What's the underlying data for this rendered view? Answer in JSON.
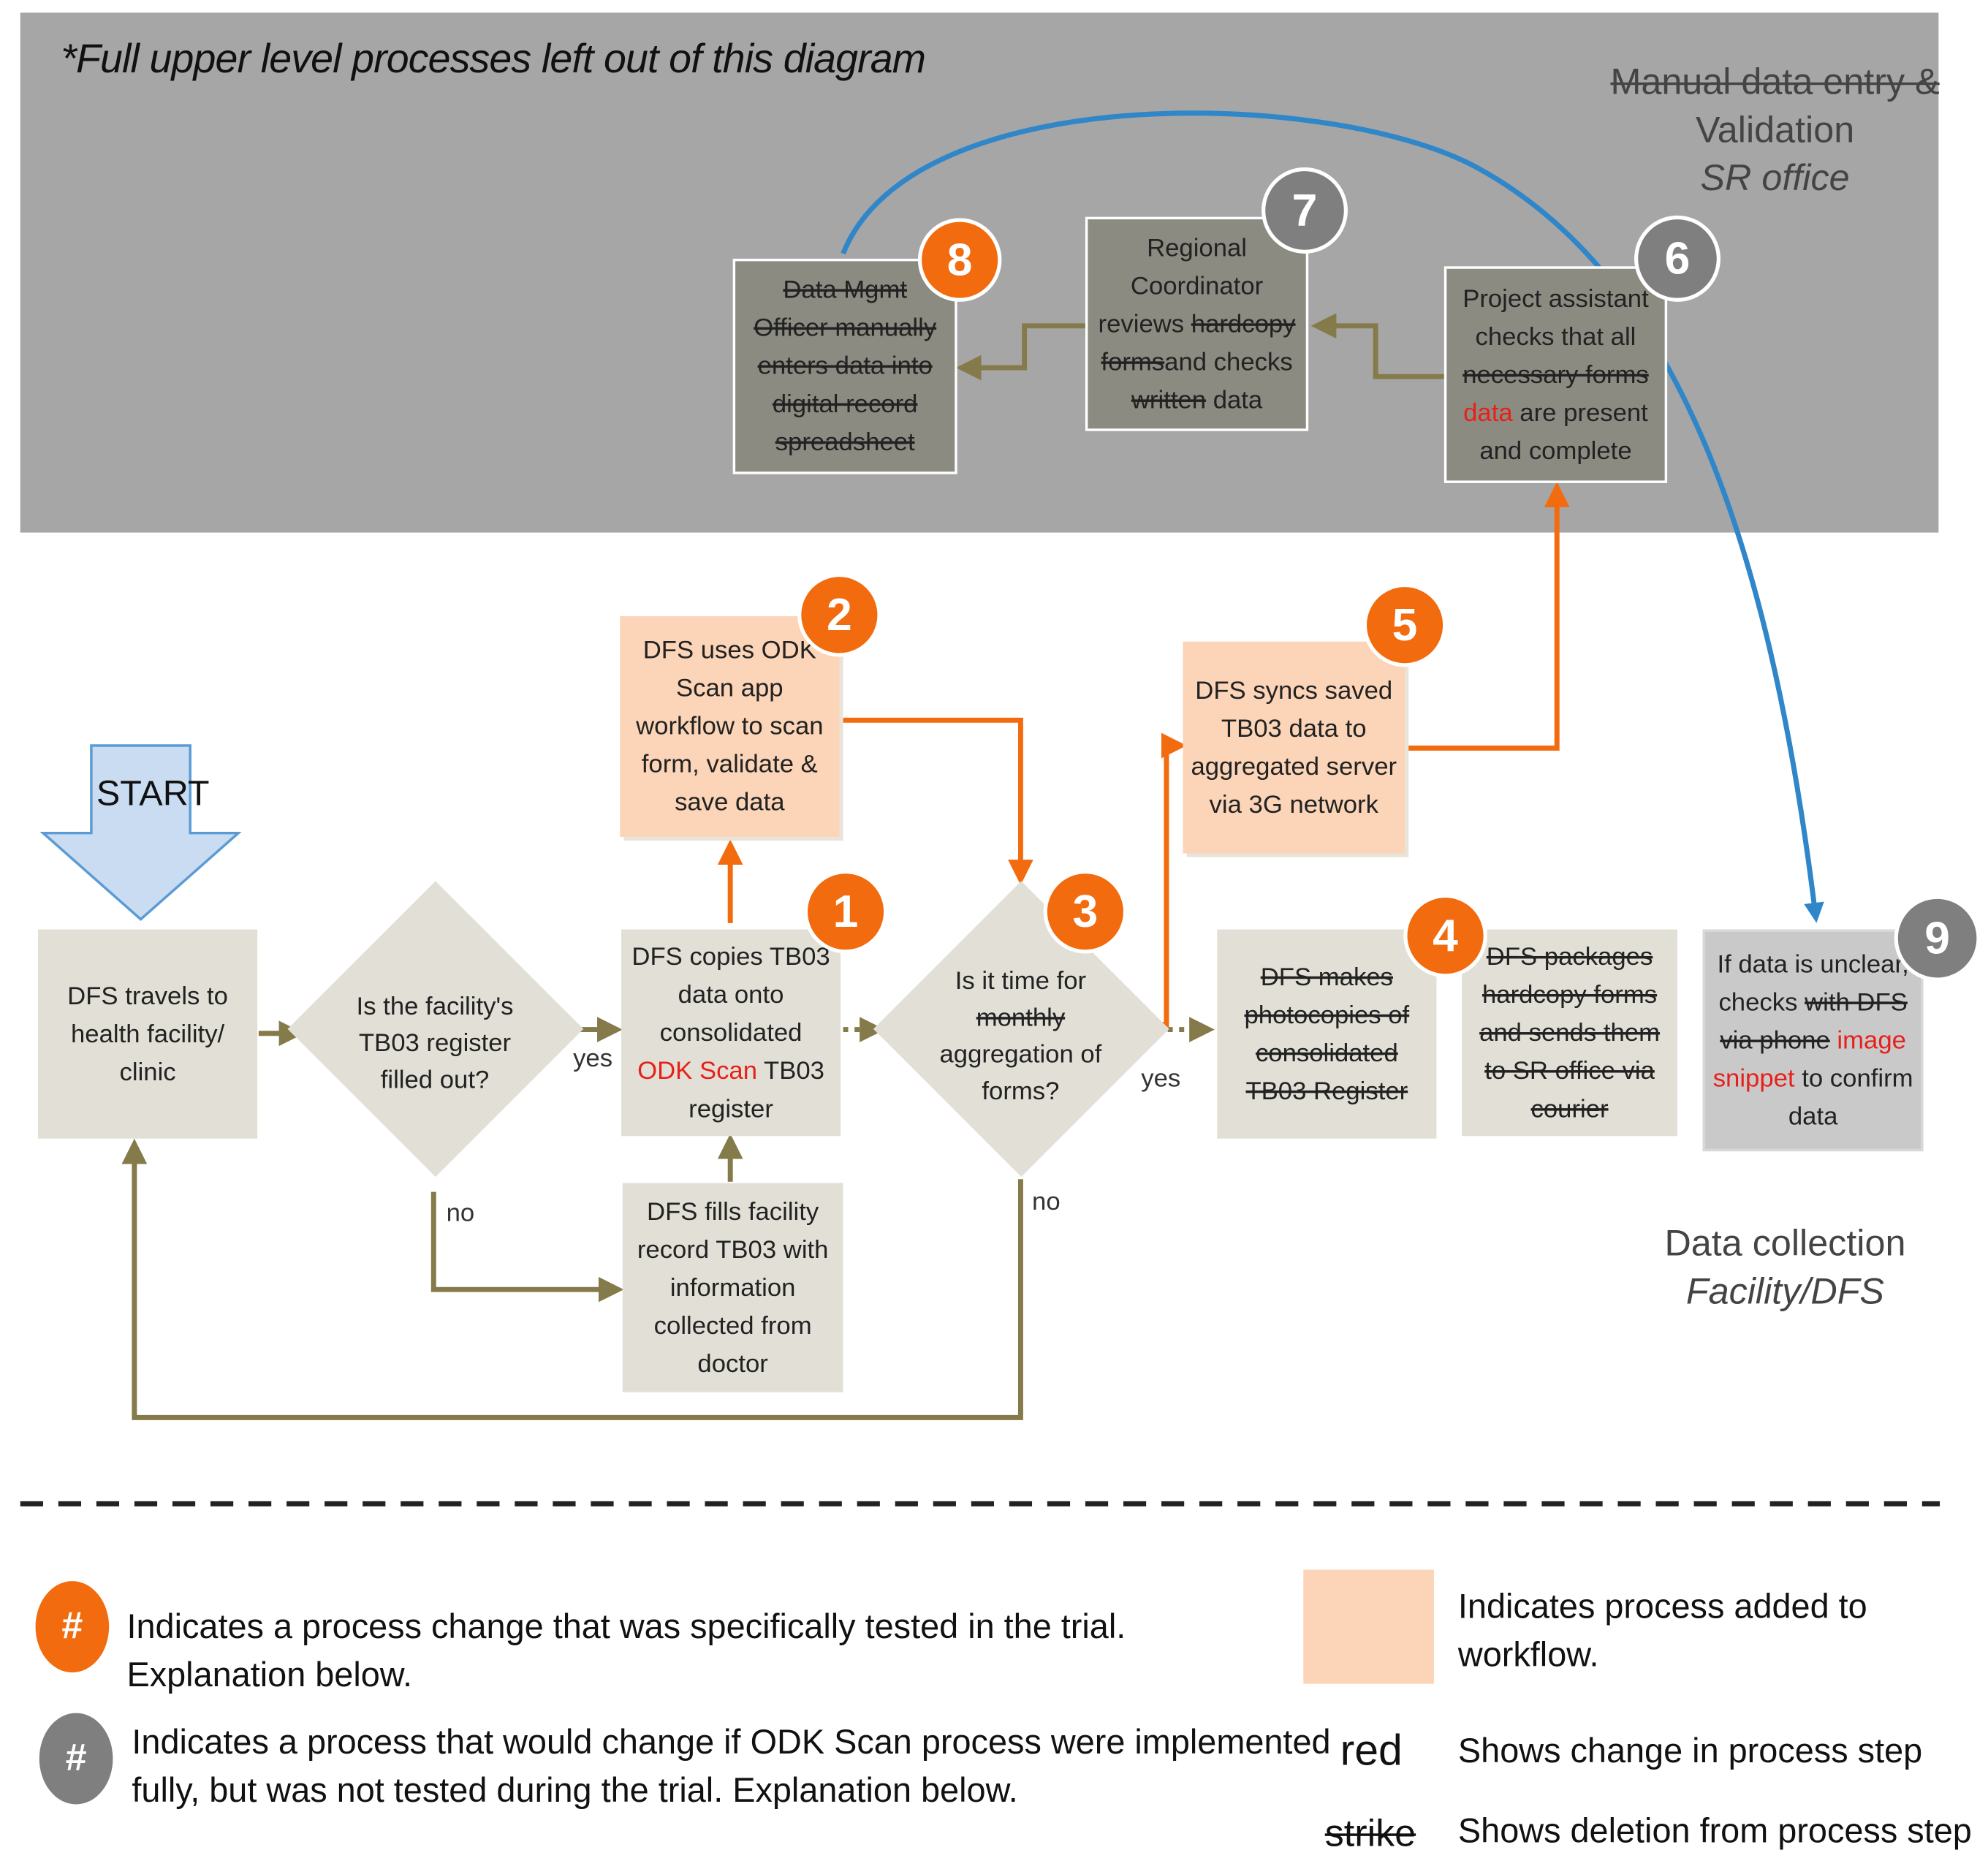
{
  "header_note": "*Full upper level processes left out of this diagram",
  "zones": {
    "top": {
      "struck_line": "Manual data entry &",
      "line2": "Validation",
      "line3": "SR office"
    },
    "bottom": {
      "line1": "Data collection",
      "line2": "Facility/DFS"
    }
  },
  "start_label": "START",
  "badges": [
    "1",
    "2",
    "3",
    "4",
    "5",
    "6",
    "7",
    "8",
    "9"
  ],
  "boxes": {
    "travel": "DFS travels to health facility/ clinic",
    "q1": "Is the facility's TB03 register filled out?",
    "copy": {
      "pre": "DFS copies TB03 data onto consolidated",
      "red": "ODK Scan",
      "post": "TB03 register"
    },
    "fill": "DFS fills facility record TB03 with information collected from doctor",
    "scan": "DFS uses ODK Scan app workflow to scan form, validate & save data",
    "q2": {
      "pre": "Is it time for",
      "struck": "monthly",
      "post": "aggregation of forms?"
    },
    "sync": "DFS syncs saved TB03 data to aggregated server via 3G network",
    "photocopy": "DFS makes photocopies of consolidated TB03 Register",
    "package": "DFS packages hardcopy forms and sends them to SR office via courier",
    "unclear": {
      "pre": "If data is unclear, checks",
      "struck": "with DFS via phone",
      "red": "image snippet",
      "post": "to confirm data"
    },
    "project": {
      "pre": "Project assistant checks that all",
      "struck": "necessary forms",
      "red": "data",
      "post": "are present and complete"
    },
    "regional": {
      "pre": "Regional Coordinator reviews",
      "struck1": "hardcopy forms",
      "mid": "and checks",
      "struck2": "written",
      "post": "data"
    },
    "datamgmt": "Data Mgmt Officer manually enters data into digital record spreadsheet"
  },
  "edge_labels": {
    "yes1": "yes",
    "no1": "no",
    "yes2": "yes",
    "no2": "no"
  },
  "legend": {
    "symbol": "#",
    "orange_text": "Indicates a process change that was specifically tested in the trial. Explanation below.",
    "grey_text": "Indicates a process that would change if ODK Scan process were implemented fully, but was not tested during the trial. Explanation below.",
    "peach_text": "Indicates process added to workflow.",
    "red_word": "red",
    "red_text": "Shows change in process step",
    "strike_word": "strike",
    "strike_text": "Shows deletion from process step"
  },
  "colors": {
    "orange": "#f26b0f",
    "grey_badge": "#7f7f7f",
    "arrow_olive": "#857a4a",
    "arrow_orange": "#f26b0f",
    "arrow_blue": "#2f86c8",
    "peach": "#fcd5b8",
    "red_text": "#e8201a"
  }
}
